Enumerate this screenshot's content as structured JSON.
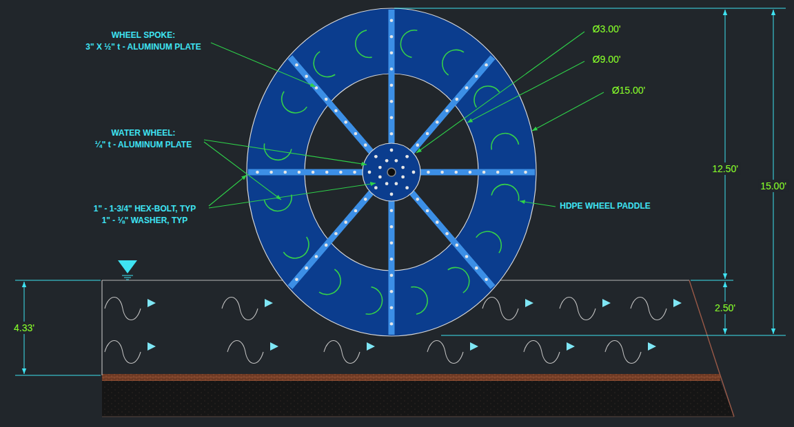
{
  "diagram": {
    "labels": [
      "WHEEL SPOKE:",
      "3\" X ½\" t - ALUMINUM PLATE",
      "WATER WHEEL:",
      "¼\" t - ALUMINUM PLATE",
      "1\" - 1-3/4\" HEX-BOLT, TYP",
      "1\" - ⅛\" WASHER, TYP",
      "Ø3.00'",
      "Ø9.00'",
      "Ø15.00'",
      "HDPE WHEEL PADDLE",
      "12.50'",
      "15.00'",
      "2.50'",
      "4.33'"
    ]
  }
}
